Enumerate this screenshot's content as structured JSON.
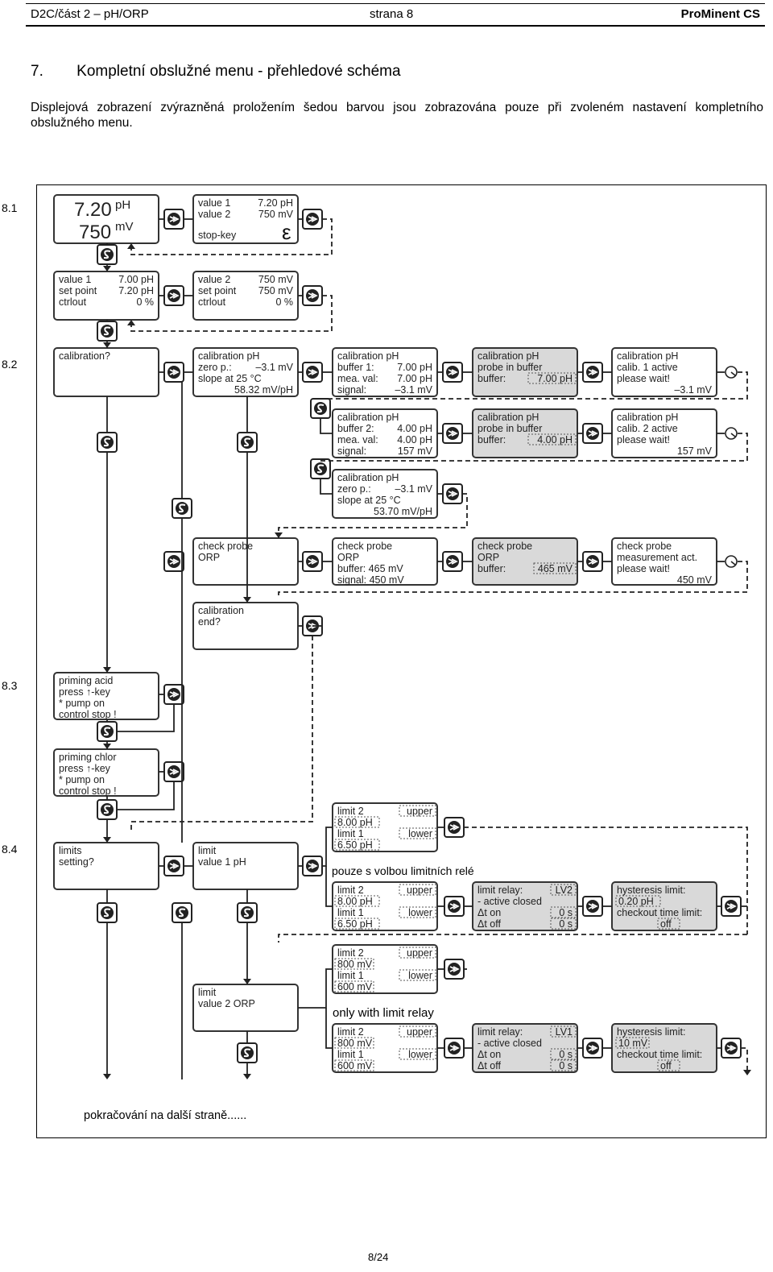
{
  "header": {
    "left": "D2C/část 2 – pH/ORP",
    "center": "strana 8",
    "right": "ProMinent CS"
  },
  "section": {
    "number": "7.",
    "title": "Kompletní obslužné menu - přehledové schéma"
  },
  "intro": "Displejová zobrazení zvýrazněná proložením šedou barvou jsou zobrazována pouze při zvoleném nastavení kompletního obslužného menu.",
  "section_numbers": [
    "8.1",
    "8.2",
    "8.3",
    "8.4"
  ],
  "labels": {
    "limit_relay_cz": "pouze s volbou limitních relé",
    "limit_relay_en": "only with limit relay"
  },
  "continued": "pokračování na další straně......",
  "page_number": "8/24",
  "icons": {
    "enter": "enter-key-icon",
    "select": "s-key-icon",
    "wait": "timer-icon"
  },
  "colors": {
    "highlight_box": "#d9d9d9",
    "line": "#000000"
  },
  "displays": [
    {
      "id": "main",
      "hl": false,
      "lines": []
    },
    {
      "id": "values",
      "hl": false,
      "lines": [
        [
          "value 1",
          "7.20 pH"
        ],
        [
          "value 2",
          "750 mV"
        ],
        [
          "stop-key",
          ""
        ]
      ]
    },
    {
      "id": "ph-values",
      "hl": false,
      "lines": [
        [
          "value 1",
          "7.00 pH"
        ],
        [
          "set point",
          "7.20 pH"
        ],
        [
          "ctrlout",
          "0 %"
        ]
      ]
    },
    {
      "id": "orp-values",
      "hl": false,
      "lines": [
        [
          "value 2",
          "750 mV"
        ],
        [
          "set point",
          "750 mV"
        ],
        [
          "ctrlout",
          "0 %"
        ]
      ]
    },
    {
      "id": "cal-q",
      "hl": false,
      "lines": [
        [
          "calibration?",
          ""
        ]
      ]
    },
    {
      "id": "cal-ph",
      "hl": false,
      "lines": [
        [
          "calibration pH",
          ""
        ],
        [
          "zero p.:",
          "–3.1 mV"
        ],
        [
          "slope at 25 °C",
          ""
        ],
        [
          "",
          "58.32 mV/pH"
        ]
      ]
    },
    {
      "id": "cal-b1",
      "hl": false,
      "lines": [
        [
          "calibration pH",
          ""
        ],
        [
          "buffer 1:",
          "7.00 pH"
        ],
        [
          "mea. val:",
          "7.00 pH"
        ],
        [
          "signal:",
          "–3.1 mV"
        ]
      ]
    },
    {
      "id": "cal-pb1",
      "hl": true,
      "lines": [
        [
          "calibration pH",
          ""
        ],
        [
          "probe in buffer",
          ""
        ],
        [
          "buffer:",
          "7.00 pH"
        ]
      ]
    },
    {
      "id": "cal-act1",
      "hl": false,
      "lines": [
        [
          "calibration pH",
          ""
        ],
        [
          "calib. 1 active",
          ""
        ],
        [
          "please wait!",
          ""
        ],
        [
          "",
          "–3.1 mV"
        ]
      ]
    },
    {
      "id": "cal-b2",
      "hl": false,
      "lines": [
        [
          "calibration pH",
          ""
        ],
        [
          "buffer 2:",
          "4.00 pH"
        ],
        [
          "mea. val:",
          "4.00 pH"
        ],
        [
          "signal:",
          "157 mV"
        ]
      ]
    },
    {
      "id": "cal-pb2",
      "hl": true,
      "lines": [
        [
          "calibration pH",
          ""
        ],
        [
          "probe in buffer",
          ""
        ],
        [
          "buffer:",
          "4.00 pH"
        ]
      ]
    },
    {
      "id": "cal-act2",
      "hl": false,
      "lines": [
        [
          "calibration pH",
          ""
        ],
        [
          "calib. 2 active",
          ""
        ],
        [
          "please wait!",
          ""
        ],
        [
          "",
          "157 mV"
        ]
      ]
    },
    {
      "id": "cal-res",
      "hl": false,
      "lines": [
        [
          "calibration pH",
          ""
        ],
        [
          "zero p.:",
          "–3.1 mV"
        ],
        [
          "slope at 25 °C",
          ""
        ],
        [
          "",
          "53.70 mV/pH"
        ]
      ]
    },
    {
      "id": "orp-q",
      "hl": false,
      "lines": [
        [
          "check probe",
          ""
        ],
        [
          "ORP",
          ""
        ]
      ]
    },
    {
      "id": "orp-b",
      "hl": false,
      "lines": [
        [
          "check probe",
          ""
        ],
        [
          "ORP",
          ""
        ],
        [
          "buffer: 465 mV",
          ""
        ],
        [
          "signal: 450 mV",
          ""
        ]
      ]
    },
    {
      "id": "orp-pb",
      "hl": true,
      "lines": [
        [
          "check probe",
          ""
        ],
        [
          "ORP",
          ""
        ],
        [
          "buffer:",
          "465 mV"
        ]
      ]
    },
    {
      "id": "orp-act",
      "hl": false,
      "lines": [
        [
          "check probe",
          ""
        ],
        [
          "measurement act.",
          ""
        ],
        [
          "please wait!",
          ""
        ],
        [
          "",
          "450 mV"
        ]
      ]
    },
    {
      "id": "cal-end",
      "hl": false,
      "lines": [
        [
          "calibration",
          ""
        ],
        [
          "end?",
          ""
        ]
      ]
    },
    {
      "id": "prime-acid",
      "hl": false,
      "lines": [
        [
          "priming acid",
          ""
        ],
        [
          "press ↑-key",
          ""
        ],
        [
          "* pump on",
          ""
        ],
        [
          "control stop !",
          ""
        ]
      ]
    },
    {
      "id": "prime-chlor",
      "hl": false,
      "lines": [
        [
          "priming chlor",
          ""
        ],
        [
          "press ↑-key",
          ""
        ],
        [
          "* pump on",
          ""
        ],
        [
          "control stop !",
          ""
        ]
      ]
    },
    {
      "id": "lim-q",
      "hl": false,
      "lines": [
        [
          "limits",
          ""
        ],
        [
          "setting?",
          ""
        ]
      ]
    },
    {
      "id": "lim-v1",
      "hl": false,
      "lines": [
        [
          "limit",
          ""
        ],
        [
          "value 1 pH",
          ""
        ]
      ]
    },
    {
      "id": "lim-ph-a",
      "hl": false,
      "lines": [
        [
          "limit 2",
          "upper"
        ],
        [
          "8.00 pH",
          ""
        ],
        [
          "limit 1",
          "lower"
        ],
        [
          "6.50 pH",
          ""
        ]
      ]
    },
    {
      "id": "lim-ph-b",
      "hl": false,
      "lines": [
        [
          "limit 2",
          "upper"
        ],
        [
          "8.00 pH",
          ""
        ],
        [
          "limit 1",
          "lower"
        ],
        [
          "6.50 pH",
          ""
        ]
      ]
    },
    {
      "id": "relay-1",
      "hl": true,
      "lines": [
        [
          "limit relay:",
          "LV2"
        ],
        [
          "-  active closed",
          ""
        ],
        [
          "Δt on",
          "0 s"
        ],
        [
          "Δt off",
          "0 s"
        ]
      ]
    },
    {
      "id": "hyst-1",
      "hl": true,
      "lines": [
        [
          "hysteresis limit:",
          ""
        ],
        [
          "0.20 pH",
          ""
        ],
        [
          "checkout time limit:",
          ""
        ],
        [
          "off",
          ""
        ]
      ]
    },
    {
      "id": "lim-mv-a",
      "hl": false,
      "lines": [
        [
          "limit 2",
          "upper"
        ],
        [
          "800 mV",
          ""
        ],
        [
          "limit 1",
          "lower"
        ],
        [
          "600 mV",
          ""
        ]
      ]
    },
    {
      "id": "lim-v2",
      "hl": false,
      "lines": [
        [
          "limit",
          ""
        ],
        [
          "value 2 ORP",
          ""
        ]
      ]
    },
    {
      "id": "lim-mv-b",
      "hl": false,
      "lines": [
        [
          "limit 2",
          "upper"
        ],
        [
          "800 mV",
          ""
        ],
        [
          "limit 1",
          "lower"
        ],
        [
          "600 mV",
          ""
        ]
      ]
    },
    {
      "id": "relay-2",
      "hl": true,
      "lines": [
        [
          "limit relay:",
          "LV1"
        ],
        [
          "-  active closed",
          ""
        ],
        [
          "Δt on",
          "0 s"
        ],
        [
          "Δt off",
          "0 s"
        ]
      ]
    },
    {
      "id": "hyst-2",
      "hl": true,
      "lines": [
        [
          "hysteresis limit:",
          ""
        ],
        [
          "10 mV",
          ""
        ],
        [
          "checkout time limit:",
          ""
        ],
        [
          "off",
          ""
        ]
      ]
    }
  ],
  "main_display": {
    "v1": "7.20",
    "u1": "pH",
    "v2": "750",
    "u2": "mV",
    "sym": "ε"
  }
}
